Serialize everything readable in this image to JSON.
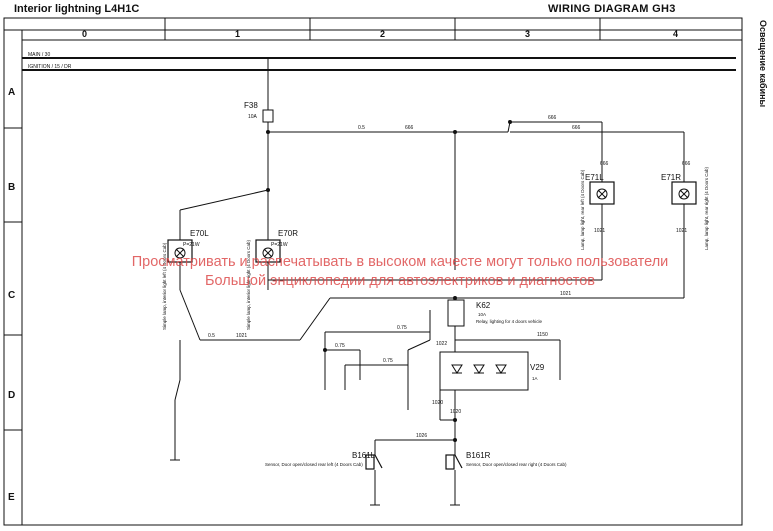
{
  "header": {
    "left_title": "Interior lightning L4H1C",
    "right_title": "WIRING DIAGRAM  GH3",
    "side_title": "Освещение кабины"
  },
  "grid": {
    "columns": [
      "0",
      "1",
      "2",
      "3",
      "4"
    ],
    "rows": [
      "A",
      "B",
      "C",
      "D",
      "E"
    ]
  },
  "buses": {
    "main": "MAIN / 30",
    "ignition": "IGNITION / 15 / DR"
  },
  "components": {
    "f38": {
      "ref": "F38",
      "rating": "10A"
    },
    "e70l": {
      "ref": "E70L",
      "spec": "P=21W",
      "desc": "Simple lamp, interior light left (4 Doors Cab)"
    },
    "e70r": {
      "ref": "E70R",
      "spec": "P=21W",
      "desc": "Simple lamp, interior light right (4 Doors Cab)"
    },
    "e71l": {
      "ref": "E71L",
      "desc": "Lamp, lamp light, rear left (4 Doors Cab)"
    },
    "e71r": {
      "ref": "E71R",
      "desc": "Lamp, lamp light, rear right (4 Doors Cab)"
    },
    "k62": {
      "ref": "K62",
      "rating": "10A",
      "desc": "Relay, lighting for 4 doors vehicle"
    },
    "v29": {
      "ref": "V29",
      "rating": "1A"
    },
    "b161l": {
      "ref": "B161L",
      "desc": "Sensor, Door open/closed rear left (4 Doors Cab)"
    },
    "b161r": {
      "ref": "B161R",
      "desc": "Sensor, Door open/closed rear right (4 Doors Cab)"
    }
  },
  "wires": {
    "w666": "666",
    "w1021": "1021",
    "w1022": "1022",
    "w1020": "1020",
    "w1150": "1150",
    "w1026": "1026",
    "w075": "0.75",
    "w05": "0.5"
  },
  "watermark": {
    "line1": "Просматривать и распечатывать в высоком качесте могут только пользователи",
    "line2": "Большой энциклопедии для автоэлектриков и диагностов"
  }
}
